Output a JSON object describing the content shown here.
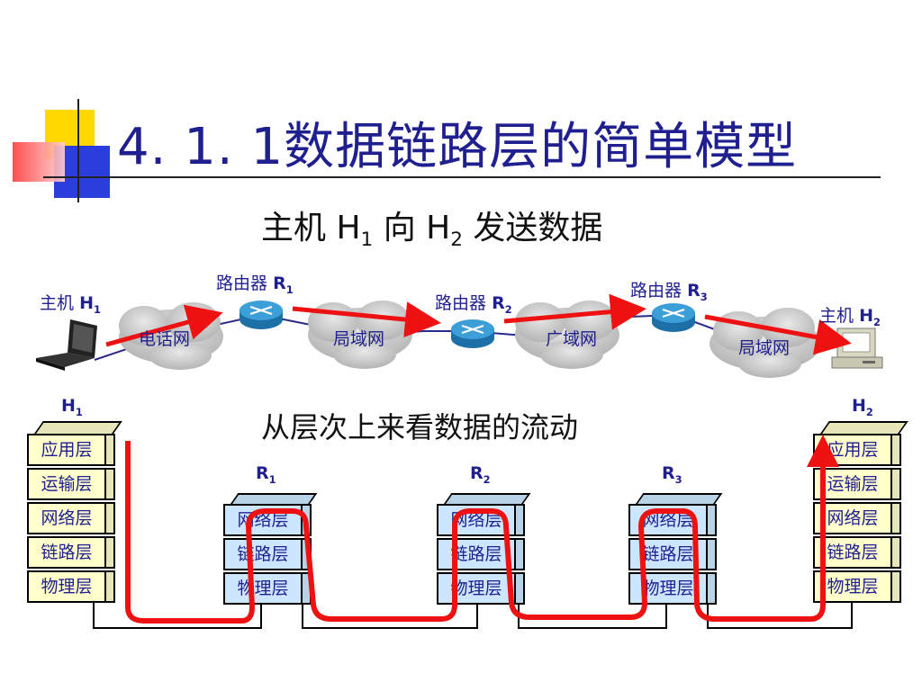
{
  "title": "4. 1. 1数据链路层的简单模型",
  "subtitle": {
    "pre": "主机 H",
    "sub1": "1",
    "mid": " 向 H",
    "sub2": "2",
    "post": " 发送数据"
  },
  "subtitle2": "从层次上来看数据的流动",
  "network": {
    "host1": {
      "label": "主机",
      "name": "H",
      "sub": "1"
    },
    "host2": {
      "label": "主机",
      "name": "H",
      "sub": "2"
    },
    "routers": [
      {
        "label": "路由器",
        "name": "R",
        "sub": "1"
      },
      {
        "label": "路由器",
        "name": "R",
        "sub": "2"
      },
      {
        "label": "路由器",
        "name": "R",
        "sub": "3"
      }
    ],
    "clouds": [
      "电话网",
      "局域网",
      "广域网",
      "局域网"
    ]
  },
  "stacks": {
    "h1": {
      "name": "H",
      "sub": "1",
      "layers": [
        "应用层",
        "运输层",
        "网络层",
        "链路层",
        "物理层"
      ]
    },
    "r1": {
      "name": "R",
      "sub": "1",
      "layers": [
        "网络层",
        "链路层",
        "物理层"
      ]
    },
    "r2": {
      "name": "R",
      "sub": "2",
      "layers": [
        "网络层",
        "链路层",
        "物理层"
      ]
    },
    "r3": {
      "name": "R",
      "sub": "3",
      "layers": [
        "网络层",
        "链路层",
        "物理层"
      ]
    },
    "h2": {
      "name": "H",
      "sub": "2",
      "layers": [
        "应用层",
        "运输层",
        "网络层",
        "链路层",
        "物理层"
      ]
    }
  },
  "colors": {
    "title": "#1f1f8f",
    "flow": "#ee1111",
    "host_layer": "#ffffcc",
    "router_layer": "#cce6ff",
    "cloud": "#c8c8c8"
  }
}
